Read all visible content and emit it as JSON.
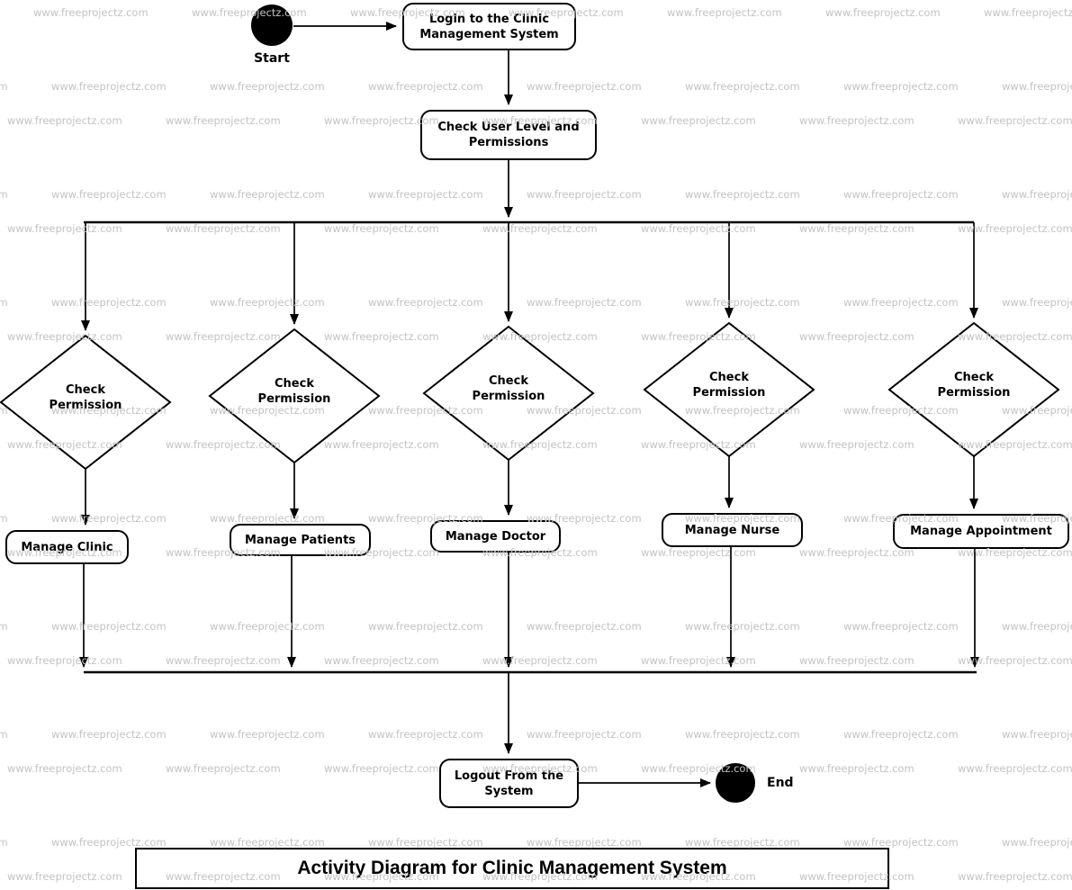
{
  "watermark": {
    "text": "www.freeprojectz.com"
  },
  "colors": {
    "stroke": "#000000",
    "node_fill": "#ffffff",
    "watermark": "#c3c3c3"
  },
  "diagram": {
    "title": "Activity Diagram for Clinic Management System",
    "start_label": "Start",
    "end_label": "End",
    "login_label": "Login to the Clinic Management System",
    "check_user_label": "Check User Level and Permissions",
    "logout_label": "Logout From the System",
    "decisions": [
      {
        "label": "Check Permission"
      },
      {
        "label": "Check Permission"
      },
      {
        "label": "Check Permission"
      },
      {
        "label": "Check Permission"
      },
      {
        "label": "Check Permission"
      }
    ],
    "actions": [
      {
        "label": "Manage Clinic"
      },
      {
        "label": "Manage Patients"
      },
      {
        "label": "Manage Doctor"
      },
      {
        "label": "Manage Nurse"
      },
      {
        "label": "Manage Appointment"
      }
    ]
  }
}
